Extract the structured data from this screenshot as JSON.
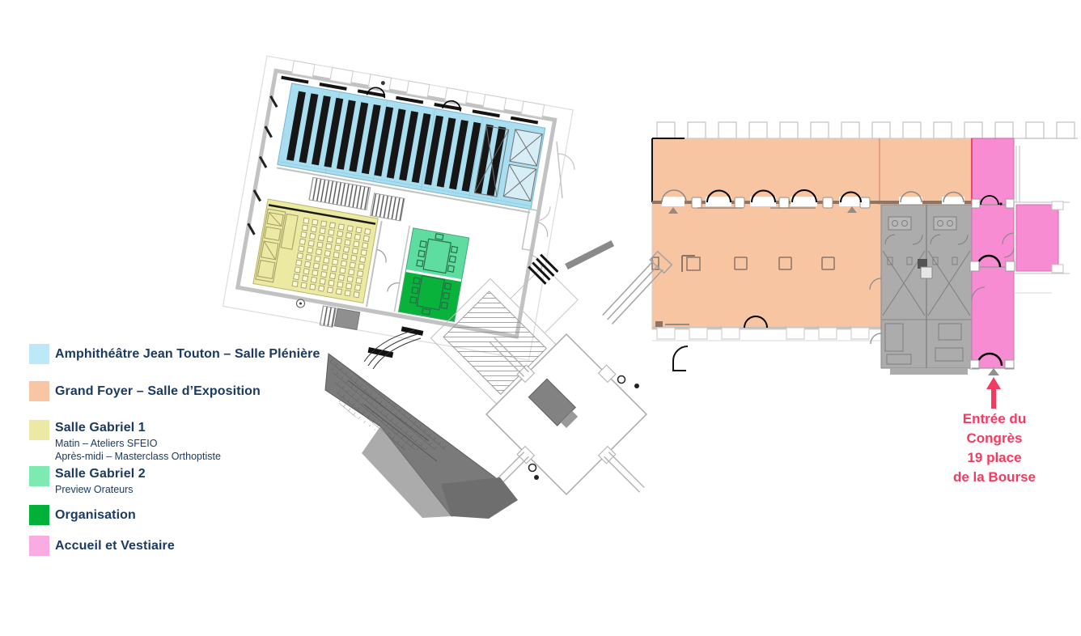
{
  "legend": {
    "items": [
      {
        "id": "amphitheatre",
        "label": "Amphithéâtre Jean Touton – Salle Plénière",
        "color": "#bce8f8",
        "sub": []
      },
      {
        "id": "grand-foyer",
        "label": "Grand Foyer – Salle d’Exposition",
        "color": "#f8c6a4",
        "sub": []
      },
      {
        "id": "gabriel1",
        "label": "Salle Gabriel 1",
        "color": "#ebe9a5",
        "sub": [
          "Matin – Ateliers SFEIO",
          "Après-midi – Masterclass Orthoptiste"
        ]
      },
      {
        "id": "gabriel2",
        "label": "Salle Gabriel 2",
        "color": "#7deab2",
        "sub": [
          "Preview Orateurs"
        ]
      },
      {
        "id": "organisation",
        "label": "Organisation",
        "color": "#00b139",
        "sub": []
      },
      {
        "id": "accueil",
        "label": "Accueil et Vestiaire",
        "color": "#f9abe2",
        "sub": []
      }
    ]
  },
  "annotation": {
    "lines": [
      "Entrée du",
      "Congrès",
      "19 place",
      "de la Bourse"
    ],
    "color": "#f43a60"
  },
  "map": {
    "colors": {
      "amphitheatre": "#a9def1",
      "grand_foyer": "#f8c5a3",
      "gabriel1": "#ece9a3",
      "gabriel2": "#5fdda1",
      "organisation": "#09b23a",
      "accueil": "#f88cd3",
      "wall_gray": "#c2c2c2",
      "service_gray": "#acacac",
      "wedge_gray": "#7a7a7a",
      "wall_brown": "#8d7465",
      "entry_red": "#f43a60",
      "text_navy": "#1b3a60"
    }
  }
}
